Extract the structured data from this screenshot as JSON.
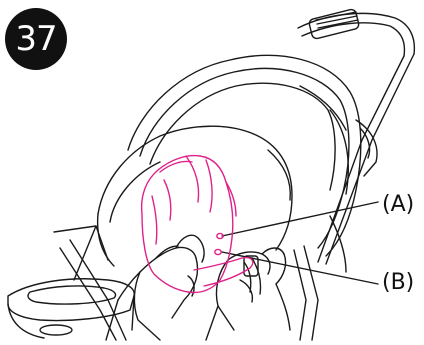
{
  "step": {
    "number": "37"
  },
  "callouts": {
    "a": "(A)",
    "b": "(B)"
  },
  "colors": {
    "line": "#1a1a1a",
    "highlight": "#e0218a",
    "badge": "#111111"
  },
  "icons": {
    "badge": "step-number-badge"
  }
}
